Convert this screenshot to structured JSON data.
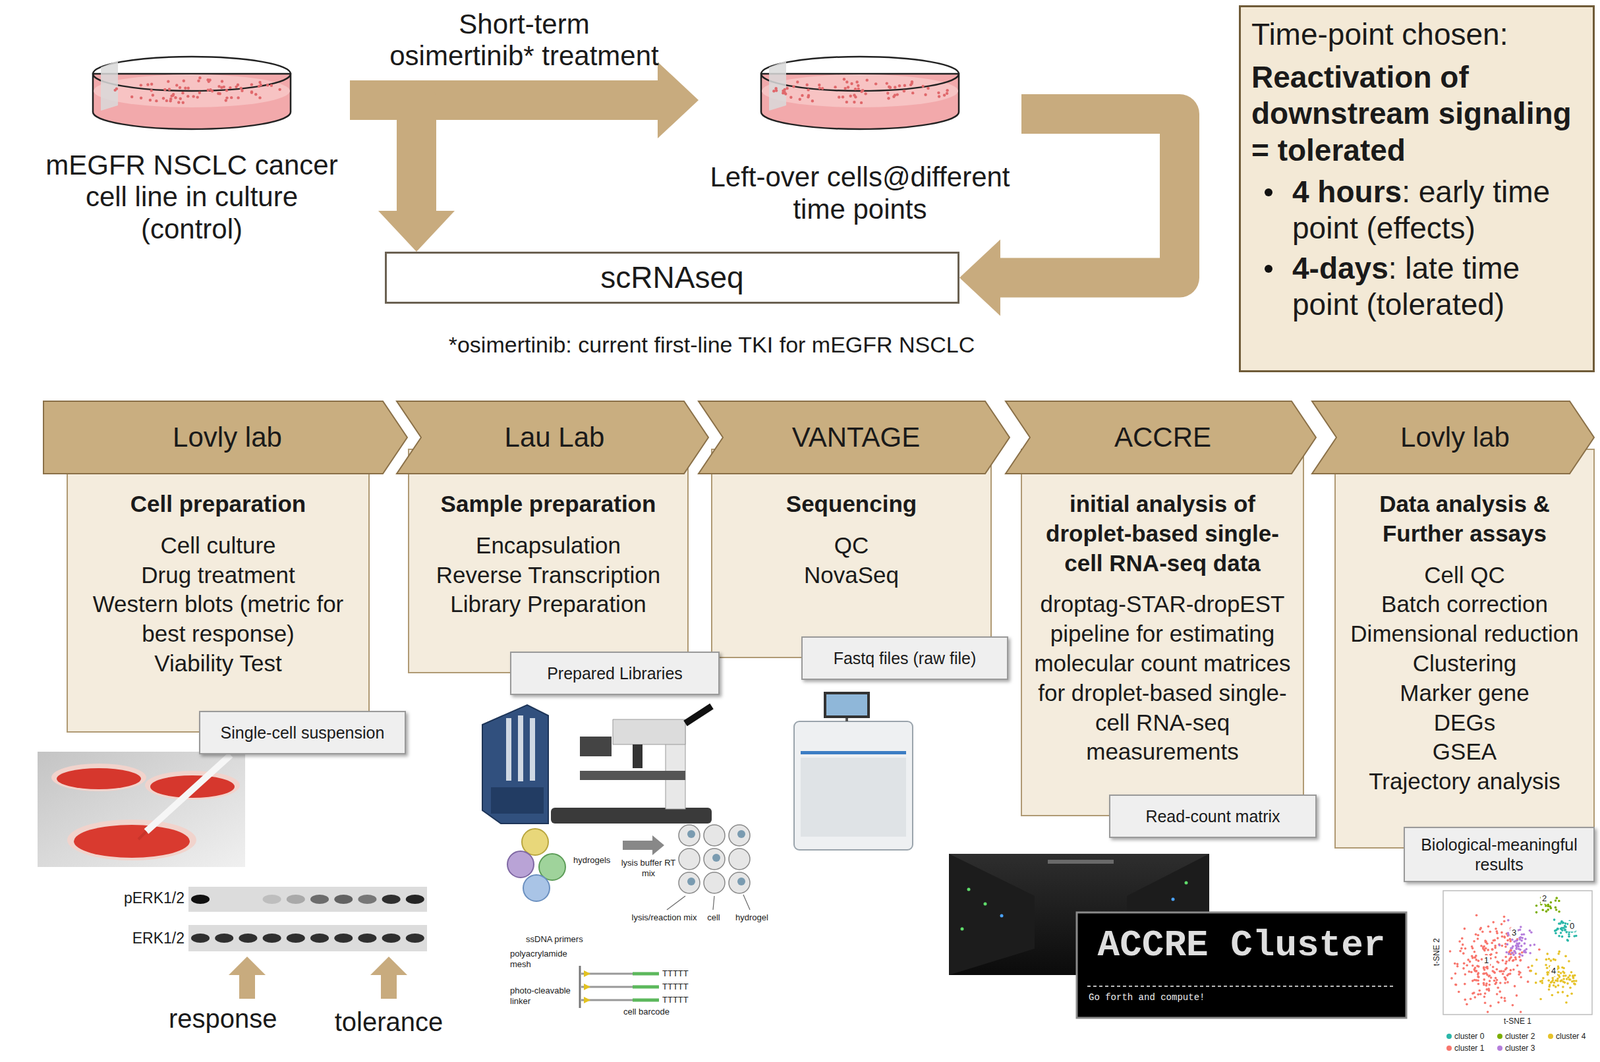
{
  "diagram": {
    "nodes": [
      {
        "text": [
          "mEGFR NSCLC cancer cell line in culture (control)"
        ]
      },
      {
        "text": [
          "Left-over cells@different time points"
        ]
      },
      {
        "text": [
          "scRNAseq"
        ]
      },
      {
        "text": [
          "Time-point chosen:",
          "Reactivation of downstream signaling = tolerated",
          "4 hours",
          ": early time point (effects)",
          "4-days",
          ": late time point (tolerated)"
        ]
      },
      {
        "text": [
          "Lovly lab"
        ]
      },
      {
        "text": [
          "Cell preparation",
          "Cell culture",
          "Drug treatment",
          "Western blots (metric for best response)",
          "Viability Test"
        ]
      },
      {
        "text": [
          "Single-cell suspension"
        ]
      },
      {
        "text": [
          "Lau Lab"
        ]
      },
      {
        "text": [
          "Sample preparation",
          "Encapsulation",
          "Reverse Transcription",
          "Library Preparation"
        ]
      },
      {
        "text": [
          "Prepared Libraries"
        ]
      },
      {
        "text": [
          "VANTAGE"
        ]
      },
      {
        "text": [
          "Sequencing",
          "QC",
          "NovaSeq"
        ]
      },
      {
        "text": [
          "Fastq files (raw file)"
        ]
      },
      {
        "text": [
          "ACCRE"
        ]
      },
      {
        "text": [
          "initial analysis of droplet-based single-cell RNA-seq data",
          "droptag-STAR-dropEST pipeline for estimating molecular count matrices for droplet-based single-cell RNA-seq measurements"
        ]
      },
      {
        "text": [
          "Read-count matrix"
        ]
      },
      {
        "text": [
          "Lovly lab"
        ]
      },
      {
        "text": [
          "Data analysis & Further assays",
          "Cell QC",
          "Batch correction",
          "Dimensional reduction",
          "Clustering",
          "Marker gene",
          "DEGs",
          "GSEA",
          "Trajectory analysis"
        ]
      },
      {
        "text": [
          "Biological-meaningful results"
        ]
      }
    ],
    "edges": [
      {
        "from": 0,
        "to": 1,
        "arrow": "to",
        "label": "Short-term osimertinib* treatment"
      },
      {
        "from": 0,
        "to": 2,
        "arrow": "to"
      },
      {
        "from": 1,
        "to": 2,
        "arrow": "to"
      }
    ],
    "labels": [
      "*osimertinib: current first-line TKI for mEGFR NSCLC",
      "pERK1/2",
      "ERK1/2",
      "response",
      "tolerance",
      "hydrogels",
      "lysis buffer RT mix",
      "ssDNA primers",
      "polyacrylamide mesh",
      "photo-cleavable linker",
      "cell barcode",
      "TTTTT",
      "TTTTT",
      "TTTTT",
      "lysis/reaction mix",
      "cell",
      "hydrogel",
      "ACCRE Cluster",
      "Go forth and compute!",
      "t-SNE 2",
      "t-SNE 1",
      "0",
      "1",
      "2",
      "3",
      "4"
    ],
    "legend": [
      {
        "text": "cluster 0",
        "color": "#2ab7a9"
      },
      {
        "text": "cluster 1",
        "color": "#f8766d"
      },
      {
        "text": "cluster 2",
        "color": "#7cae00"
      },
      {
        "text": "cluster 3",
        "color": "#b57edc"
      },
      {
        "text": "cluster 4",
        "color": "#e6c229"
      }
    ]
  }
}
